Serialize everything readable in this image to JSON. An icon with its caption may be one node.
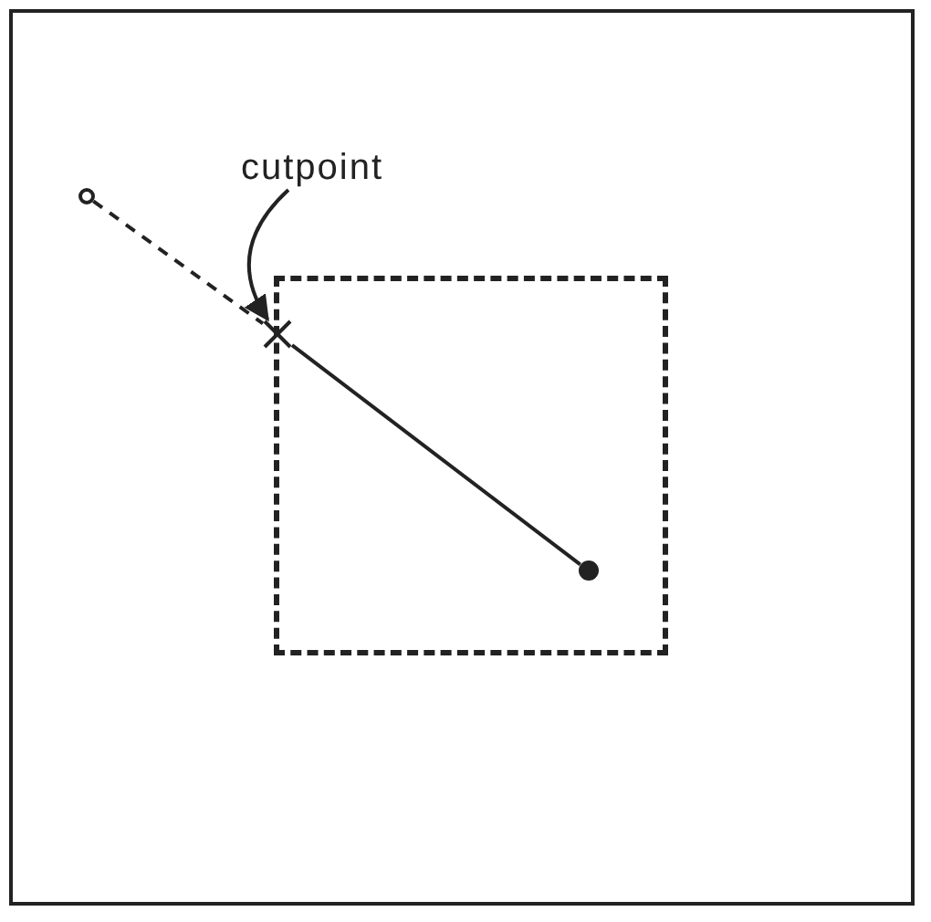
{
  "diagram": {
    "nodes": [
      {
        "text": [],
        "shape": "circle"
      },
      {
        "text": [
          "cutpoint"
        ]
      },
      {
        "text": [],
        "shape": "box"
      },
      {
        "text": [],
        "shape": "cross"
      },
      {
        "text": [],
        "shape": "circle",
        "in": 2
      }
    ],
    "edges": [
      {
        "from": 0,
        "to": 3,
        "arrow": "none",
        "style": "dashed"
      },
      {
        "from": 3,
        "to": 4,
        "arrow": "none"
      },
      {
        "from": 1,
        "to": 3,
        "arrow": "to"
      }
    ]
  }
}
